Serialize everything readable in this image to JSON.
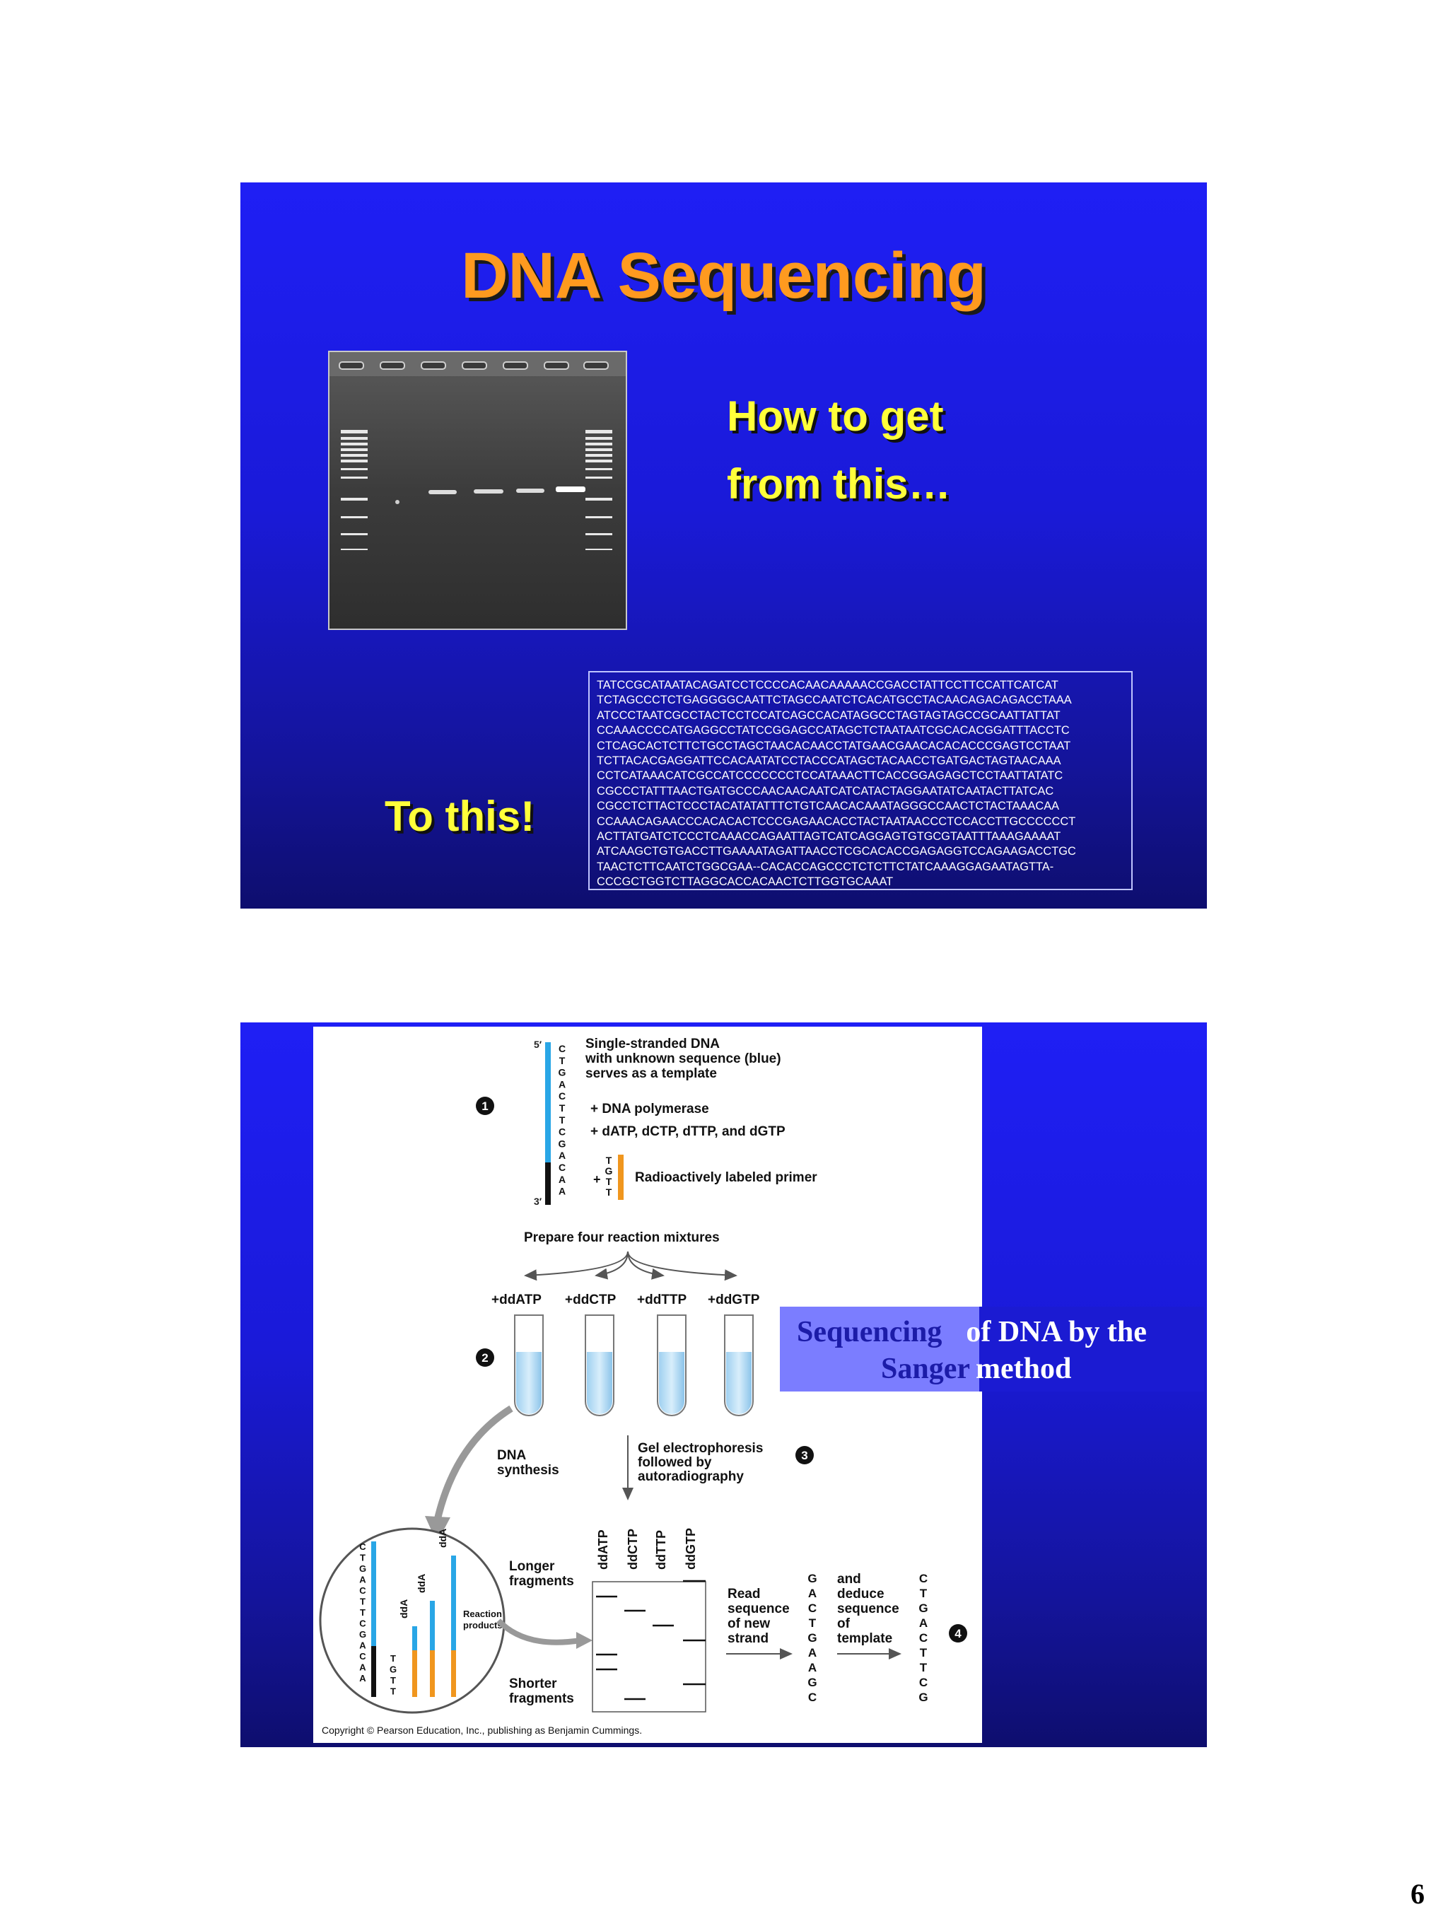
{
  "slide1": {
    "title": "DNA Sequencing",
    "question_line1": "How to get",
    "question_line2": "from this…",
    "answer": "To this!",
    "sequence_lines": [
      "TATCCGCATAATACAGATCCTCCCCACAACAAAAACCGACCTATTCCTTCCATTCATCAT",
      "TCTAGCCCTCTGAGGGGCAATTCTAGCCAATCTCACATGCCTACAACAGACAGACCTAAA",
      "ATCCCTAATCGCCTACTCCTCCATCAGCCACATAGGCCTAGTAGTAGCCGCAATTATTAT",
      "CCAAACCCCATGAGGCCTATCCGGAGCCATAGCTCTAATAATCGCACACGGATTTACCTC",
      "CTCAGCACTCTTCTGCCTAGCTAACACAACCTATGAACGAACACACACCCGAGTCCTAAT",
      "TCTTACACGAGGATTCCACAATATCCTACCCATAGCTACAACCTGATGACTAGTAACAAA",
      "CCTCATAAACATCGCCATCCCCCCCTCCATAAACTTCACCGGAGAGCTCCTAATTATATC",
      "CGCCCTATTTAACTGATGCCCAACAACAATCATCATACTAGGAATATCAATACTTATCAC",
      "CGCCTCTTACTCCCTACATATATTTCTGTCAACACAAATAGGGCCAACTCTACTAAACAA",
      "CCAAACAGAACCCACACACTCCCGAGAACACCTACTAATAACCCTCCACCTTGCCCCCCT",
      "ACTTATGATCTCCCTCAAACCAGAATTAGTCATCAGGAGTGTGCGTAATTTAAAGAAAAT",
      "ATCAAGCTGTGACCTTGAAAATAGATTAACCTCGCACACCGAGAGGTCCAGAAGACCTGC",
      "TAACTCTTCAATCTGGCGAA--CACACCAGCCCTCTCTTCTATCAAAGGAGAATAGTTA-",
      "CCCGCTGGTCTTAGGCACCACAACTCTTGGTGCAAAT"
    ]
  },
  "slide2": {
    "figure": {
      "template_bases": [
        "C",
        "T",
        "G",
        "A",
        "C",
        "T",
        "T",
        "C",
        "G",
        "A",
        "C",
        "A",
        "A"
      ],
      "primer_bases": [
        "T",
        "G",
        "T",
        "T"
      ],
      "end5": "5′",
      "end3": "3′",
      "desc_line1": "Single-stranded DNA",
      "desc_line2": "with unknown sequence (blue)",
      "desc_line3": "serves as a template",
      "polymerase": "+ DNA polymerase",
      "dntps": "+ dATP, dCTP, dTTP, and dGTP",
      "primer_label": "Radioactively labeled primer",
      "prepare": "Prepare four reaction mixtures",
      "mixes": [
        "+ddATP",
        "+ddCTP",
        "+ddTTP",
        "+ddGTP"
      ],
      "gel_lanes": [
        "ddATP",
        "ddCTP",
        "ddTTP",
        "ddGTP"
      ],
      "dna_synthesis_line1": "DNA",
      "dna_synthesis_line2": "synthesis",
      "gel_step_line1": "Gel electrophoresis",
      "gel_step_line2": "followed by",
      "gel_step_line3": "autoradiography",
      "longer_line1": "Longer",
      "longer_line2": "fragments",
      "shorter_line1": "Shorter",
      "shorter_line2": "fragments",
      "reaction_line1": "Reaction",
      "reaction_line2": "products",
      "dd_labels": [
        "ddA",
        "ddA",
        "ddA"
      ],
      "read_line1": "Read",
      "read_line2": "sequence",
      "read_line3": "of new",
      "read_line4": "strand",
      "new_strand_bases": [
        "G",
        "A",
        "C",
        "T",
        "G",
        "A",
        "A",
        "G",
        "C"
      ],
      "deduce_line1": "and",
      "deduce_line2": "deduce",
      "deduce_line3": "sequence",
      "deduce_line4": "of",
      "deduce_line5": "template",
      "template_seq_bases": [
        "C",
        "T",
        "G",
        "A",
        "C",
        "T",
        "T",
        "C",
        "G"
      ],
      "step_numbers": [
        "1",
        "2",
        "3",
        "4"
      ],
      "copyright": "Copyright © Pearson Education, Inc., publishing as Benjamin Cummings."
    },
    "caption": {
      "part1": "Sequencing",
      "part2": "of DNA by the",
      "part3": "Sanger",
      "part4": "method"
    }
  },
  "page_number": "6",
  "colors": {
    "slide_blue": "#1f1ff5",
    "title_orange": "#ff9a1f",
    "text_yellow": "#ffff3a",
    "template_blue": "#29a6e6",
    "primer_orange": "#f0961e"
  }
}
